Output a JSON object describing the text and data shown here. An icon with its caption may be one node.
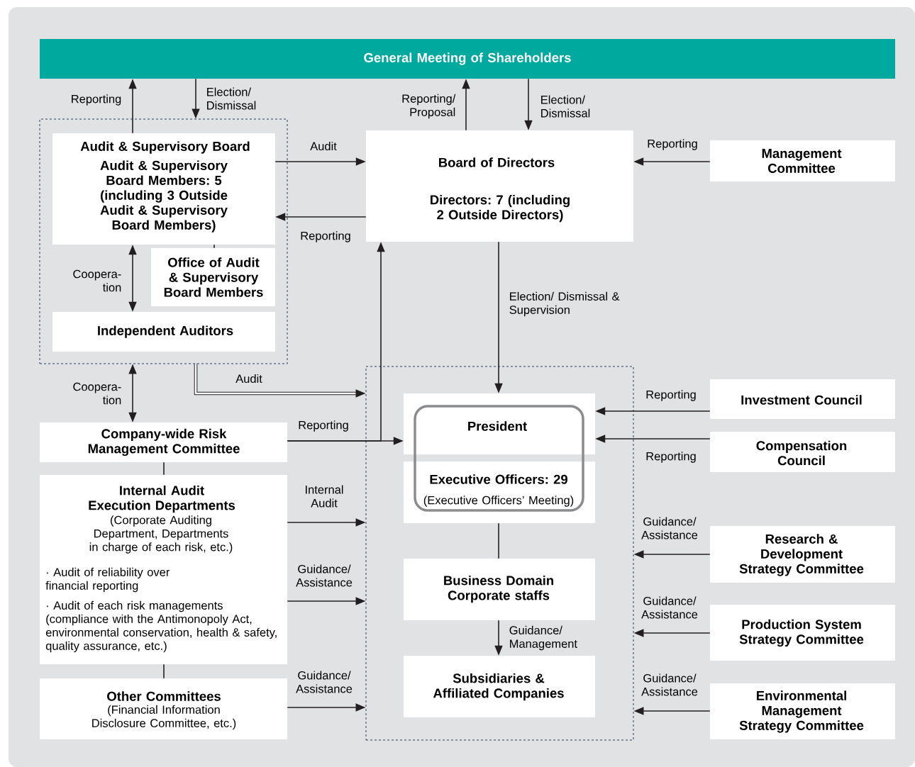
{
  "diagram": {
    "nodes": [
      {
        "text": [
          "General Meeting of Shareholders"
        ]
      },
      {
        "text": [],
        "shape": "box"
      },
      {
        "text": [
          "Audit & Supervisory Board",
          "Audit & Supervisory Board Members: 5 (including 3 Outside Audit & Supervisory Board Members)"
        ],
        "in": 1
      },
      {
        "text": [
          "Office of Audit & Supervisory Board Members"
        ],
        "in": 1
      },
      {
        "text": [
          "Independent Auditors"
        ],
        "in": 1
      },
      {
        "text": [
          "Board of Directors",
          "Directors: 7 (including 2 Outside Directors)"
        ]
      },
      {
        "text": [
          "Management Committee"
        ]
      },
      {
        "text": [],
        "shape": "box"
      },
      {
        "text": [
          "President",
          "Executive Officers: 29",
          "(Executive Officers’ Meeting)"
        ],
        "in": 7
      },
      {
        "text": [
          "Business Domain Corporate staffs"
        ],
        "in": 7
      },
      {
        "text": [
          "Subsidiaries & Affiliated Companies"
        ],
        "in": 7
      },
      {
        "text": [
          "Company-wide Risk Management Committee"
        ]
      },
      {
        "text": [
          "Internal Audit Execution Departments",
          "(Corporate Auditing Department, Departments in charge of each risk, etc.)",
          "· Audit of reliability over financial reporting",
          "· Audit of each risk managements (compliance with the Antimonopoly Act, environmental conservation, health & safety, quality assurance, etc.)"
        ]
      },
      {
        "text": [
          "Other Committees",
          "(Financial Information Disclosure Committee, etc.)"
        ]
      },
      {
        "text": [
          "Investment Council"
        ]
      },
      {
        "text": [
          "Compensation Council"
        ]
      },
      {
        "text": [
          "Research & Development Strategy Committee"
        ]
      },
      {
        "text": [
          "Production System Strategy Committee"
        ]
      },
      {
        "text": [
          "Environmental Management Strategy Committee"
        ]
      }
    ],
    "edges": [
      {
        "from": 2,
        "to": 0,
        "arrow": "to",
        "label": "Reporting"
      },
      {
        "from": 0,
        "to": 1,
        "arrow": "to",
        "label": "Election/ Dismissal"
      },
      {
        "from": 5,
        "to": 0,
        "arrow": "to",
        "label": "Reporting/ Proposal"
      },
      {
        "from": 0,
        "to": 5,
        "arrow": "to",
        "label": "Election/ Dismissal"
      },
      {
        "from": 2,
        "to": 5,
        "arrow": "to",
        "label": "Audit"
      },
      {
        "from": 5,
        "to": 2,
        "arrow": "to",
        "label": "Reporting"
      },
      {
        "from": 6,
        "to": 5,
        "arrow": "to",
        "label": "Reporting"
      },
      {
        "from": 2,
        "to": 3,
        "arrow": "none"
      },
      {
        "from": 2,
        "to": 4,
        "arrow": "both",
        "label": "Coopera- tion"
      },
      {
        "from": 1,
        "to": 11,
        "arrow": "both",
        "label": "Coopera- tion"
      },
      {
        "from": 1,
        "to": 7,
        "arrow": "to",
        "label": "Audit",
        "style": "thick"
      },
      {
        "from": 11,
        "to": 8,
        "arrow": "to",
        "label": "Reporting"
      },
      {
        "from": 11,
        "to": 5,
        "arrow": "to"
      },
      {
        "from": 5,
        "to": 8,
        "arrow": "to",
        "label": "Election/ Dismissal & Supervision"
      },
      {
        "from": 14,
        "to": 8,
        "arrow": "to",
        "label": "Reporting"
      },
      {
        "from": 15,
        "to": 8,
        "arrow": "to",
        "label": "Reporting"
      },
      {
        "from": 8,
        "to": 9,
        "arrow": "none"
      },
      {
        "from": 9,
        "to": 10,
        "arrow": "to",
        "label": "Guidance/ Management"
      },
      {
        "from": 11,
        "to": 12,
        "arrow": "none"
      },
      {
        "from": 12,
        "to": 13,
        "arrow": "none"
      },
      {
        "from": 12,
        "to": 7,
        "arrow": "to",
        "label": "Internal Audit"
      },
      {
        "from": 12,
        "to": 7,
        "arrow": "to",
        "label": "Guidance/ Assistance"
      },
      {
        "from": 13,
        "to": 7,
        "arrow": "to",
        "label": "Guidance/ Assistance"
      },
      {
        "from": 16,
        "to": 7,
        "arrow": "to",
        "label": "Guidance/ Assistance"
      },
      {
        "from": 17,
        "to": 7,
        "arrow": "to",
        "label": "Guidance/ Assistance"
      },
      {
        "from": 18,
        "to": 7,
        "arrow": "to",
        "label": "Guidance/ Assistance"
      }
    ]
  }
}
